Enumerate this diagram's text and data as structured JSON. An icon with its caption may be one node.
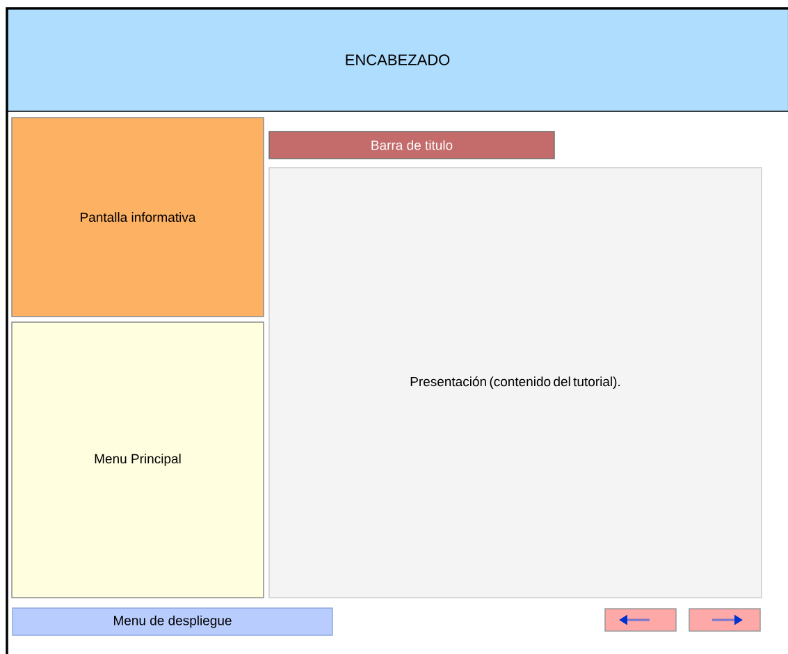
{
  "diagram": {
    "nodes": [
      {
        "text": [
          "ENCABEZADO"
        ]
      },
      {
        "text": [
          "Pantalla informativa"
        ]
      },
      {
        "text": [
          "Menu Principal"
        ]
      },
      {
        "text": [
          "Barra de titulo"
        ]
      },
      {
        "text": [
          "Presentación (contenido del tutorial)."
        ]
      },
      {
        "text": [
          "Menu de despliegue"
        ]
      },
      {
        "text": [],
        "shape": "box"
      },
      {
        "text": [],
        "shape": "box"
      }
    ],
    "edges": []
  }
}
